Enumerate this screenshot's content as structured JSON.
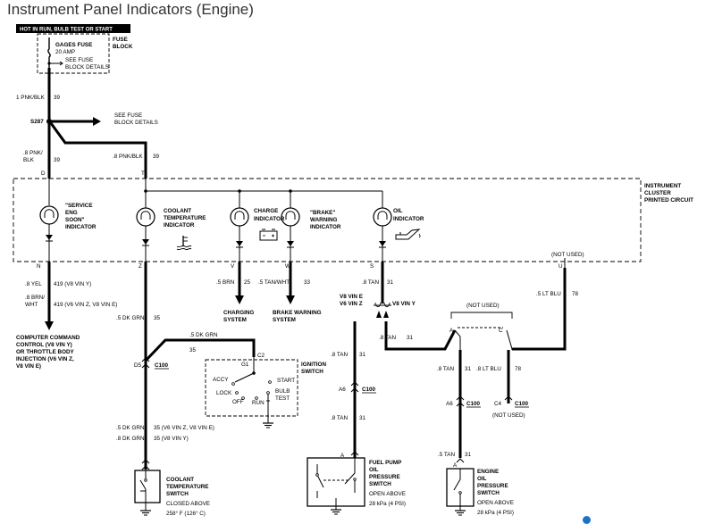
{
  "page": {
    "title": "Instrument Panel Indicators (Engine)"
  },
  "top_bar": "HOT IN RUN, BULB TEST OR START",
  "gages_fuse": {
    "name": "GAGES FUSE",
    "rating": "20 AMP",
    "details1": "SEE FUSE",
    "details2": "BLOCK DETAILS"
  },
  "fuse_block1": "FUSE",
  "fuse_block2": "BLOCK",
  "wire_39_top": {
    "gauge": "1 PNK/BLK",
    "circuit": "39"
  },
  "splice": {
    "id": "S287",
    "ref1": "SEE FUSE",
    "ref2": "BLOCK DETAILS"
  },
  "wire_39_left": {
    "gauge1": ".8 PNK/",
    "gauge2": "BLK",
    "circuit": "39"
  },
  "wire_39_right": {
    "gauge": ".8 PNK/BLK",
    "circuit": "39"
  },
  "pins": {
    "d": "D",
    "t": "T",
    "n": "N",
    "z": "Z",
    "v": "V",
    "w": "W",
    "s": "S",
    "u": "U"
  },
  "cluster1": "INSTRUMENT",
  "cluster2": "CLUSTER",
  "cluster3": "PRINTED CIRCUIT",
  "ind_service": [
    "\"SERVICE",
    "ENG",
    "SOON\"",
    "INDICATOR"
  ],
  "ind_coolant": [
    "COOLANT",
    "TEMPERATURE",
    "INDICATOR"
  ],
  "ind_charge": [
    "CHARGE",
    "INDICATOR"
  ],
  "ind_brake": [
    "\"BRAKE\"",
    "WARNING",
    "INDICATOR"
  ],
  "ind_oil": [
    "OIL",
    "INDICATOR"
  ],
  "not_used_u": "(NOT USED)",
  "wire_419": {
    "gauge1": ".8 YEL",
    "circuit1": "419 (V8 VIN Y)",
    "gauge2": ".8 BRN/",
    "gauge3": "WHT",
    "circuit2": "419 (V6 VIN Z, V8 VIN E)"
  },
  "ecm": [
    "COMPUTER COMMAND",
    "CONTROL (V8 VIN Y)",
    "OR THROTTLE BODY",
    "INJECTION (V6 VIN Z,",
    "V8 VIN E)"
  ],
  "wire_25": {
    "gauge": ".5 BRN",
    "circuit": "25"
  },
  "charging": [
    "CHARGING",
    "SYSTEM"
  ],
  "wire_33": {
    "gauge": ".5 TAN/WHT",
    "circuit": "33"
  },
  "brake_sys": [
    "BRAKE WARNING",
    "SYSTEM"
  ],
  "wire_31_s": {
    "gauge": ".8 TAN",
    "circuit": "31"
  },
  "engine_variants": {
    "left1": "V8 VIN E",
    "left2": "V6 VIN Z",
    "right": "V8 VIN Y"
  },
  "wire_78": {
    "gauge": ".5 LT BLU",
    "circuit": "78"
  },
  "wire_35_top": {
    "gauge": ".5 DK GRN",
    "circuit": "35"
  },
  "wire_35_ign": {
    "gauge": ".5 DK GRN",
    "circuit": "35"
  },
  "c100_d5": {
    "pin": "D5",
    "conn": "C100"
  },
  "ignition": {
    "title1": "IGNITION",
    "title2": "SWITCH",
    "c2": "C2",
    "g1": "G1",
    "accy": "ACCY",
    "lock": "LOCK",
    "off": "OFF",
    "run": "RUN",
    "start": "START",
    "bulb1": "BULB",
    "bulb2": "TEST"
  },
  "wire_35_bottom": {
    "g1": ".5 DK GRN",
    "c1": "35 (V6 VIN Z, V8 VIN E)",
    "g2": ".8 DK GRN",
    "c2": "35 (V8 VIN Y)"
  },
  "coolant_switch": [
    "COOLANT",
    "TEMPERATURE",
    "SWITCH",
    "CLOSED ABOVE",
    "258° F (126° C)"
  ],
  "wire_31_fp": {
    "gauge": ".8 TAN",
    "circuit": "31"
  },
  "wire_31_fp_top": {
    "gauge": ".8 TAN",
    "circuit": "31"
  },
  "fp_c100": {
    "pin": "A6",
    "conn": "C100"
  },
  "wire_31_fp_low": {
    "gauge": ".8 TAN",
    "circuit": "31"
  },
  "fuel_pump_switch": {
    "pin": "A",
    "lines": [
      "FUEL PUMP",
      "OIL",
      "PRESSURE",
      "SWITCH",
      "OPEN ABOVE",
      "28 kPa (4 PSI)"
    ]
  },
  "not_used_mid": "(NOT USED)",
  "pin_a": "A",
  "pin_c": "C",
  "wire_31_e": {
    "gauge": ".8 TAN",
    "circuit": "31"
  },
  "wire_78_c": {
    "gauge": ".8 LT BLU",
    "circuit": "78"
  },
  "e_c100": {
    "pin": "A6",
    "conn": "C100"
  },
  "c4_c100": {
    "pin": "C4",
    "conn": "C100"
  },
  "not_used_c4": "(NOT USED)",
  "wire_31_e_low": {
    "gauge": ".5 TAN",
    "circuit": "31"
  },
  "engine_switch": {
    "pin": "A",
    "lines": [
      "ENGINE",
      "OIL",
      "PRESSURE",
      "SWITCH",
      "OPEN ABOVE",
      "28 kPa (4 PSI)"
    ]
  }
}
